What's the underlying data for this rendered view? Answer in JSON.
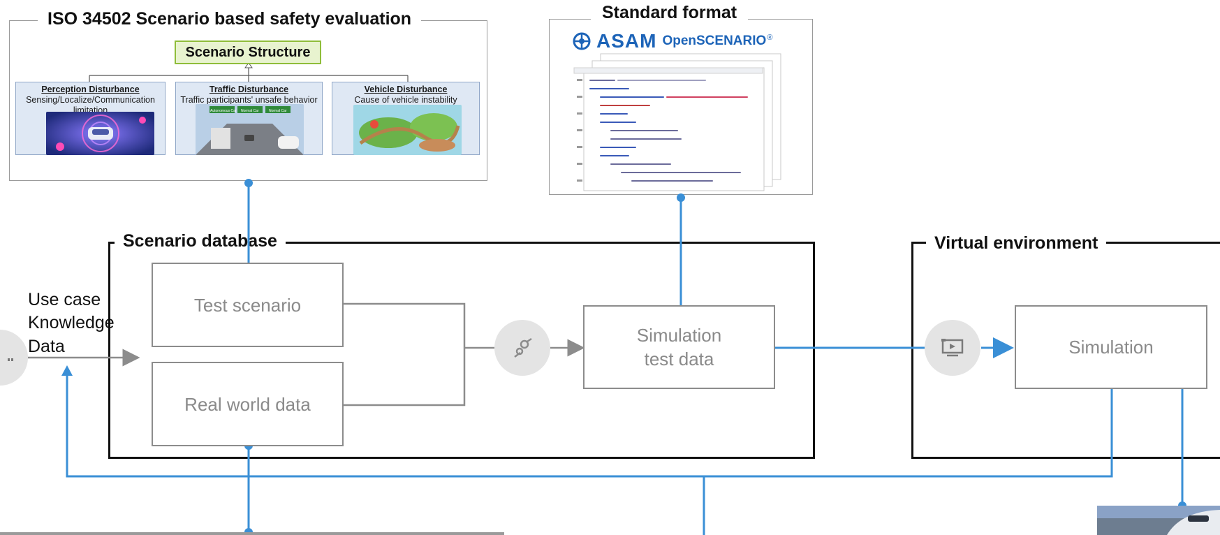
{
  "iso_frame": {
    "title": "ISO 34502 Scenario based safety evaluation",
    "structure_label": "Scenario Structure",
    "cards": [
      {
        "title": "Perception Disturbance",
        "desc": "Sensing/Localize/Communication limitation"
      },
      {
        "title": "Traffic Disturbance",
        "desc": "Traffic participants' unsafe behavior"
      },
      {
        "title": "Vehicle Disturbance",
        "desc": "Cause of vehicle instability"
      }
    ],
    "traffic_signs": [
      "Autonomous Car",
      "Normal Car",
      "Normal Car"
    ]
  },
  "standard_frame": {
    "title": "Standard format",
    "logo_brand": "ASAM",
    "logo_product": "OpenSCENARIO",
    "logo_mark": "®"
  },
  "scenario_db": {
    "title": "Scenario database",
    "test_scenario": "Test scenario",
    "real_world_data": "Real world data",
    "sim_test_data_line1": "Simulation",
    "sim_test_data_line2": "test data"
  },
  "inputs": {
    "line1": "Use case",
    "line2": "Knowledge",
    "line3": "Data"
  },
  "virtual_env": {
    "title": "Virtual environment",
    "simulation": "Simulation"
  },
  "icons": {
    "converter": "gear-link-icon",
    "simulator": "monitor-play-icon",
    "source": "database-icon"
  },
  "colors": {
    "blue_connector": "#3a8fd6",
    "gray_arrow": "#8c8c8c",
    "frame_black": "#111111"
  }
}
